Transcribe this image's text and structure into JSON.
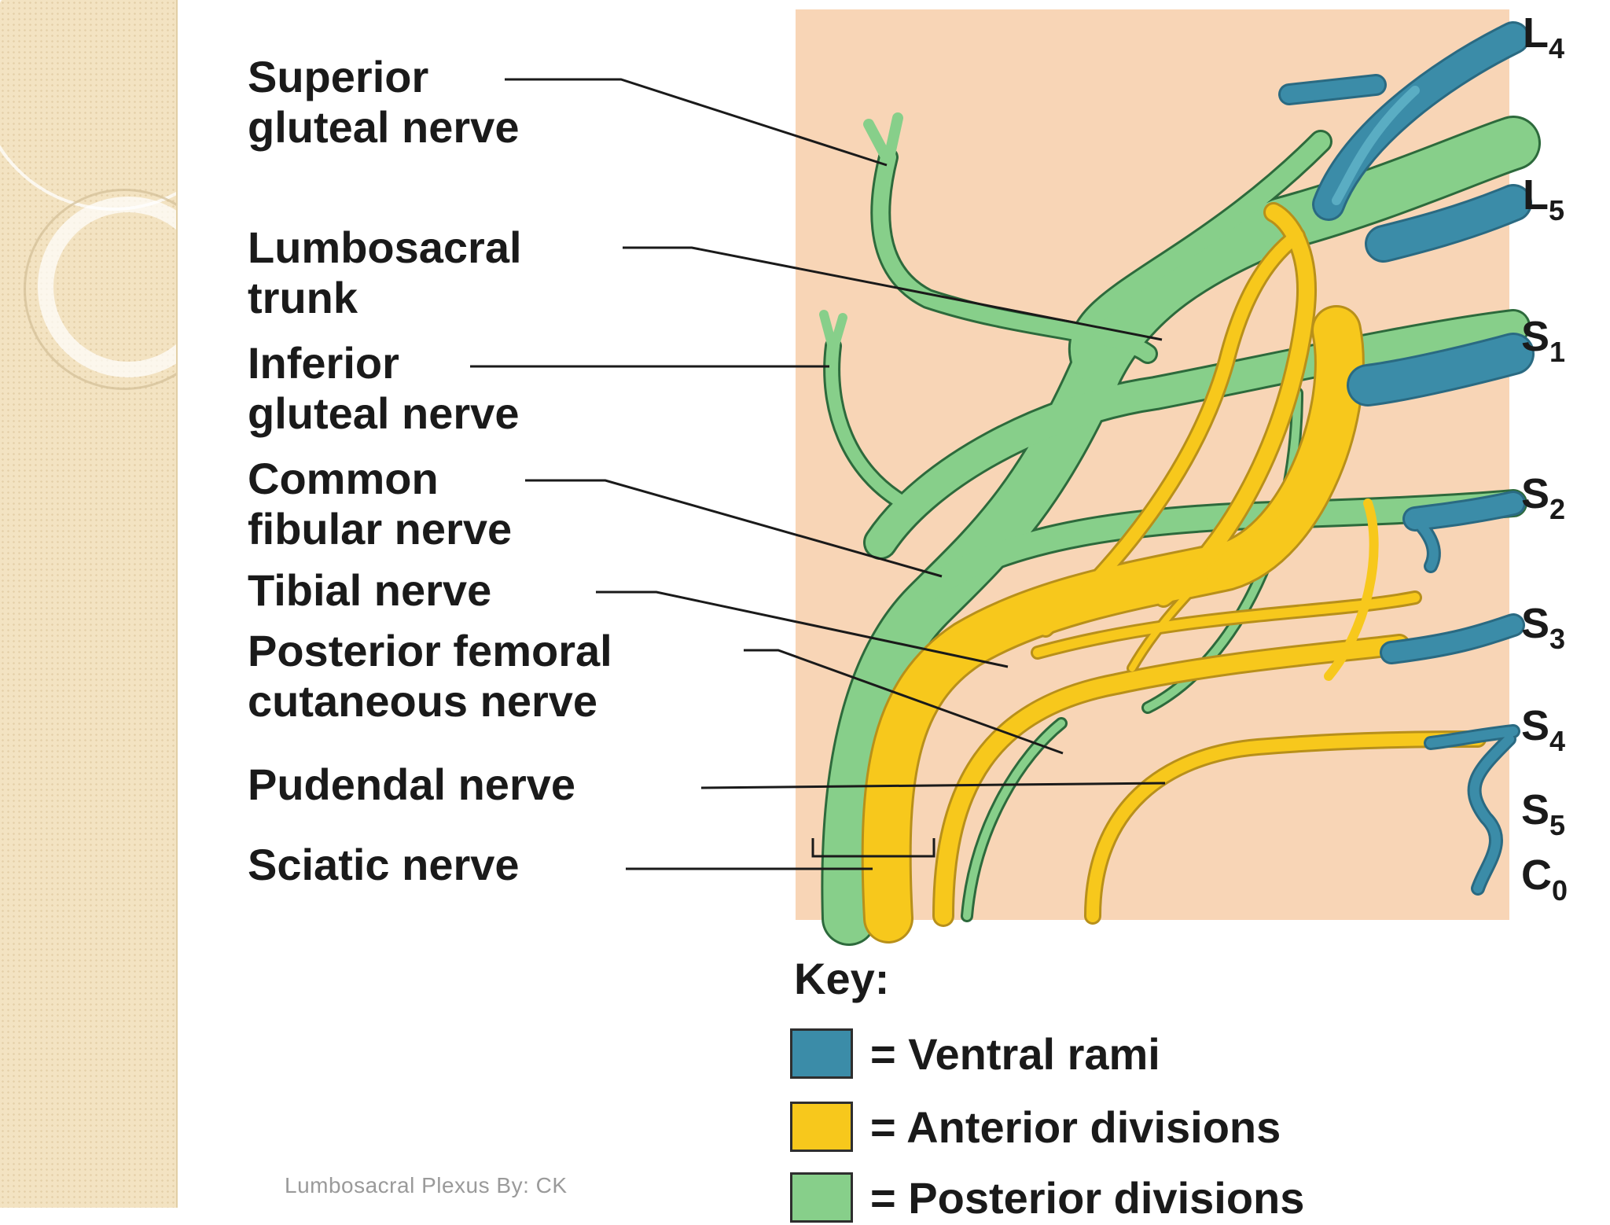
{
  "labels": {
    "superior_gluteal": [
      "Superior",
      "gluteal nerve"
    ],
    "lumbosacral_trunk": [
      "Lumbosacral",
      "trunk"
    ],
    "inferior_gluteal": [
      "Inferior",
      "gluteal nerve"
    ],
    "common_fibular": [
      "Common",
      "fibular nerve"
    ],
    "tibial": "Tibial nerve",
    "posterior_femoral": [
      "Posterior femoral",
      "cutaneous nerve"
    ],
    "pudendal": "Pudendal nerve",
    "sciatic": "Sciatic nerve"
  },
  "roots": [
    {
      "letter": "L",
      "num": "4"
    },
    {
      "letter": "L",
      "num": "5"
    },
    {
      "letter": "S",
      "num": "1"
    },
    {
      "letter": "S",
      "num": "2"
    },
    {
      "letter": "S",
      "num": "3"
    },
    {
      "letter": "S",
      "num": "4"
    },
    {
      "letter": "S",
      "num": "5"
    },
    {
      "letter": "C",
      "num": "0"
    }
  ],
  "key": {
    "title": "Key:",
    "items": [
      {
        "label": "= Ventral rami",
        "color": "#3b8ca8"
      },
      {
        "label": "= Anterior divisions",
        "color": "#f7c81c"
      },
      {
        "label": "= Posterior divisions",
        "color": "#87cf8a"
      }
    ]
  },
  "colors": {
    "background_panel": "#f8d5b6",
    "ventral": "#3b8ca8",
    "anterior": "#f7c81c",
    "posterior": "#87cf8a"
  },
  "credit": "Lumbosacral Plexus By: CK"
}
